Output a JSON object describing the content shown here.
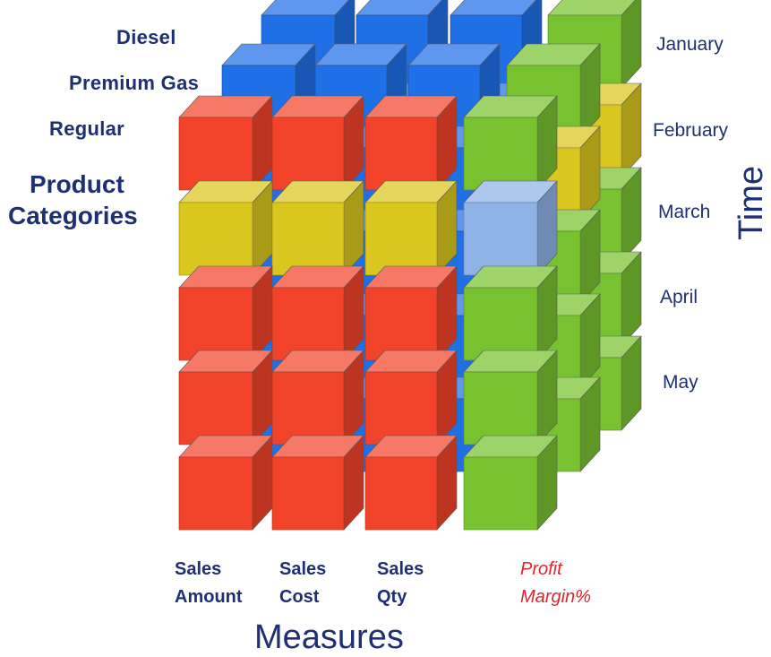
{
  "product_categories": {
    "title_line1": "Product",
    "title_line2": "Categories",
    "items": [
      "Diesel",
      "Premium Gas",
      "Regular"
    ]
  },
  "time": {
    "title": "Time",
    "months": [
      "January",
      "February",
      "March",
      "April",
      "May"
    ]
  },
  "measures": {
    "title": "Measures",
    "items": [
      {
        "line1": "Sales",
        "line2": "Amount"
      },
      {
        "line1": "Sales",
        "line2": "Cost"
      },
      {
        "line1": "Sales",
        "line2": "Qty"
      },
      {
        "line1": "Profit",
        "line2": "Margin%"
      }
    ]
  },
  "colors": {
    "red": "#f2442a",
    "green": "#78c230",
    "blue": "#1f6fe6",
    "yellow": "#d9c61e",
    "highlight": "#8fb2e6",
    "label": "#1f2f73",
    "profit_label": "#e0252b"
  }
}
